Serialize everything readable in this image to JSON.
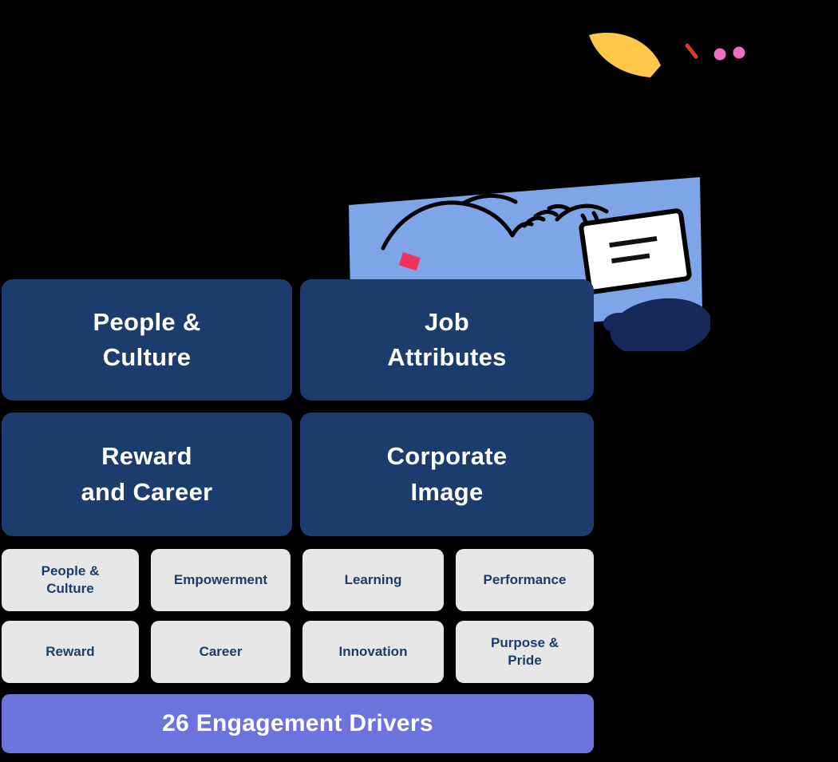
{
  "categories": [
    {
      "label": "People &\nCulture"
    },
    {
      "label": "Job\nAttributes"
    },
    {
      "label": "Reward\nand Career"
    },
    {
      "label": "Corporate\nImage"
    }
  ],
  "drivers": [
    {
      "label": "People &\nCulture"
    },
    {
      "label": "Empowerment"
    },
    {
      "label": "Learning"
    },
    {
      "label": "Performance"
    },
    {
      "label": "Reward"
    },
    {
      "label": "Career"
    },
    {
      "label": "Innovation"
    },
    {
      "label": "Purpose &\nPride"
    }
  ],
  "footer": {
    "label": "26 Engagement Drivers"
  },
  "colors": {
    "background": "#000000",
    "category_box": "#1b3c6d",
    "category_text": "#ffffff",
    "driver_box": "#e7e7e7",
    "driver_text": "#1b3c6d",
    "footer_bar": "#6b74dc",
    "footer_text": "#ffffff",
    "illustration_blue": "#7fa5e9",
    "accent_yellow": "#ffc84a",
    "accent_pink": "#f06ec0",
    "accent_red": "#e03a2f",
    "accent_crimson": "#f0325f"
  },
  "icons": {
    "leaf": "yellow-leaf-shape",
    "dots": "pink-dots",
    "dash": "red-dash",
    "illustration": "person-typing-on-laptop"
  }
}
